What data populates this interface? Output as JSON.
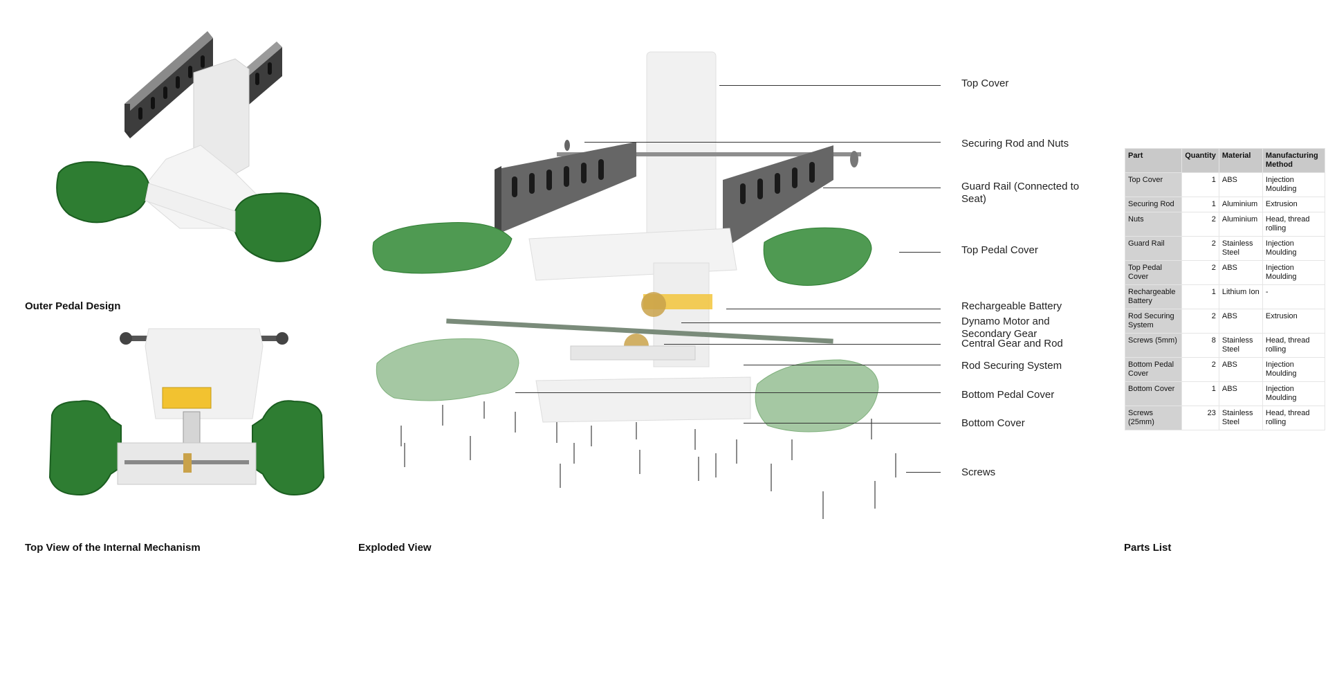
{
  "captions": {
    "outer": "Outer Pedal Design",
    "internal": "Top View of the Internal Mechanism",
    "exploded": "Exploded View",
    "parts": "Parts List"
  },
  "callouts": [
    {
      "text": "Top Cover"
    },
    {
      "text": "Securing Rod and Nuts"
    },
    {
      "text": "Guard Rail (Connected to Seat)"
    },
    {
      "text": "Top Pedal Cover"
    },
    {
      "text": "Rechargeable Battery"
    },
    {
      "text": "Dynamo Motor and Secondary Gear"
    },
    {
      "text": "Central Gear and Rod"
    },
    {
      "text": "Rod Securing System"
    },
    {
      "text": "Bottom Pedal Cover"
    },
    {
      "text": "Bottom Cover"
    },
    {
      "text": "Screws"
    }
  ],
  "parts_table": {
    "headers": [
      "Part",
      "Quantity",
      "Material",
      "Manufacturing Method"
    ],
    "rows": [
      [
        "Top Cover",
        "1",
        "ABS",
        "Injection Moulding"
      ],
      [
        "Securing Rod",
        "1",
        "Aluminium",
        "Extrusion"
      ],
      [
        "Nuts",
        "2",
        "Aluminium",
        "Head, thread rolling"
      ],
      [
        "Guard Rail",
        "2",
        "Stainless Steel",
        "Injection Moulding"
      ],
      [
        "Top Pedal Cover",
        "2",
        "ABS",
        "Injection Moulding"
      ],
      [
        "Rechargeable Battery",
        "1",
        "Lithium Ion",
        "-"
      ],
      [
        "Rod Securing System",
        "2",
        "ABS",
        "Extrusion"
      ],
      [
        "Screws (5mm)",
        "8",
        "Stainless Steel",
        "Head, thread rolling"
      ],
      [
        "Bottom Pedal Cover",
        "2",
        "ABS",
        "Injection Moulding"
      ],
      [
        "Bottom Cover",
        "1",
        "ABS",
        "Injection Moulding"
      ],
      [
        "Screws (25mm)",
        "23",
        "Stainless Steel",
        "Head, thread rolling"
      ]
    ]
  },
  "colors": {
    "pedal_green": "#2e7d32",
    "pedal_light_green": "#a5c8a3",
    "rail_grey": "#555555",
    "body_white": "#f2f2f2",
    "battery_yellow": "#f2c230",
    "gear_brass": "#c9a24a"
  }
}
